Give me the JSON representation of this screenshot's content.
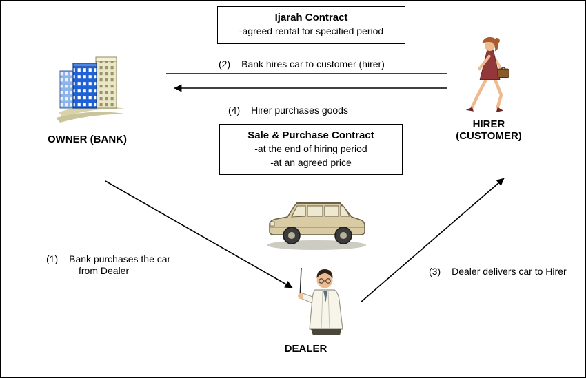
{
  "boxes": {
    "ijarah": {
      "title": "Ijarah Contract",
      "lines": [
        "-agreed rental for specified period"
      ]
    },
    "sale": {
      "title": "Sale & Purchase Contract",
      "lines": [
        "-at the end of hiring period",
        "-at an agreed price"
      ]
    }
  },
  "steps": {
    "step1": {
      "num": "(1)",
      "line1": "Bank purchases the car",
      "line2": "from Dealer"
    },
    "step2": {
      "num": "(2)",
      "text": "Bank hires car to customer (hirer)"
    },
    "step3": {
      "num": "(3)",
      "text": "Dealer delivers car to Hirer"
    },
    "step4": {
      "num": "(4)",
      "text": "Hirer purchases goods"
    }
  },
  "actors": {
    "owner": {
      "label": "OWNER (BANK)",
      "icon": "bank-building-icon"
    },
    "hirer": {
      "label_line1": "HIRER",
      "label_line2": "(CUSTOMER)",
      "icon": "businesswoman-icon"
    },
    "dealer": {
      "label": "DEALER",
      "icon": "salesman-icon"
    }
  },
  "objects": {
    "car": {
      "icon": "suv-car-icon"
    }
  },
  "colors": {
    "text": "#000000",
    "arrow": "#000000",
    "box_border": "#000000",
    "building_front": "#1e62d6",
    "building_side": "#8fb4ea",
    "building_back": "#eae6c8",
    "hirer_dress": "#93383a",
    "hirer_hair": "#a85c2e",
    "briefcase": "#8a5a2a",
    "dealer_coat": "#f7f5ea",
    "skin": "#eebb90",
    "car_body": "#d9cba4",
    "car_window": "#efe8d0",
    "wheel": "#3b3b3b"
  }
}
